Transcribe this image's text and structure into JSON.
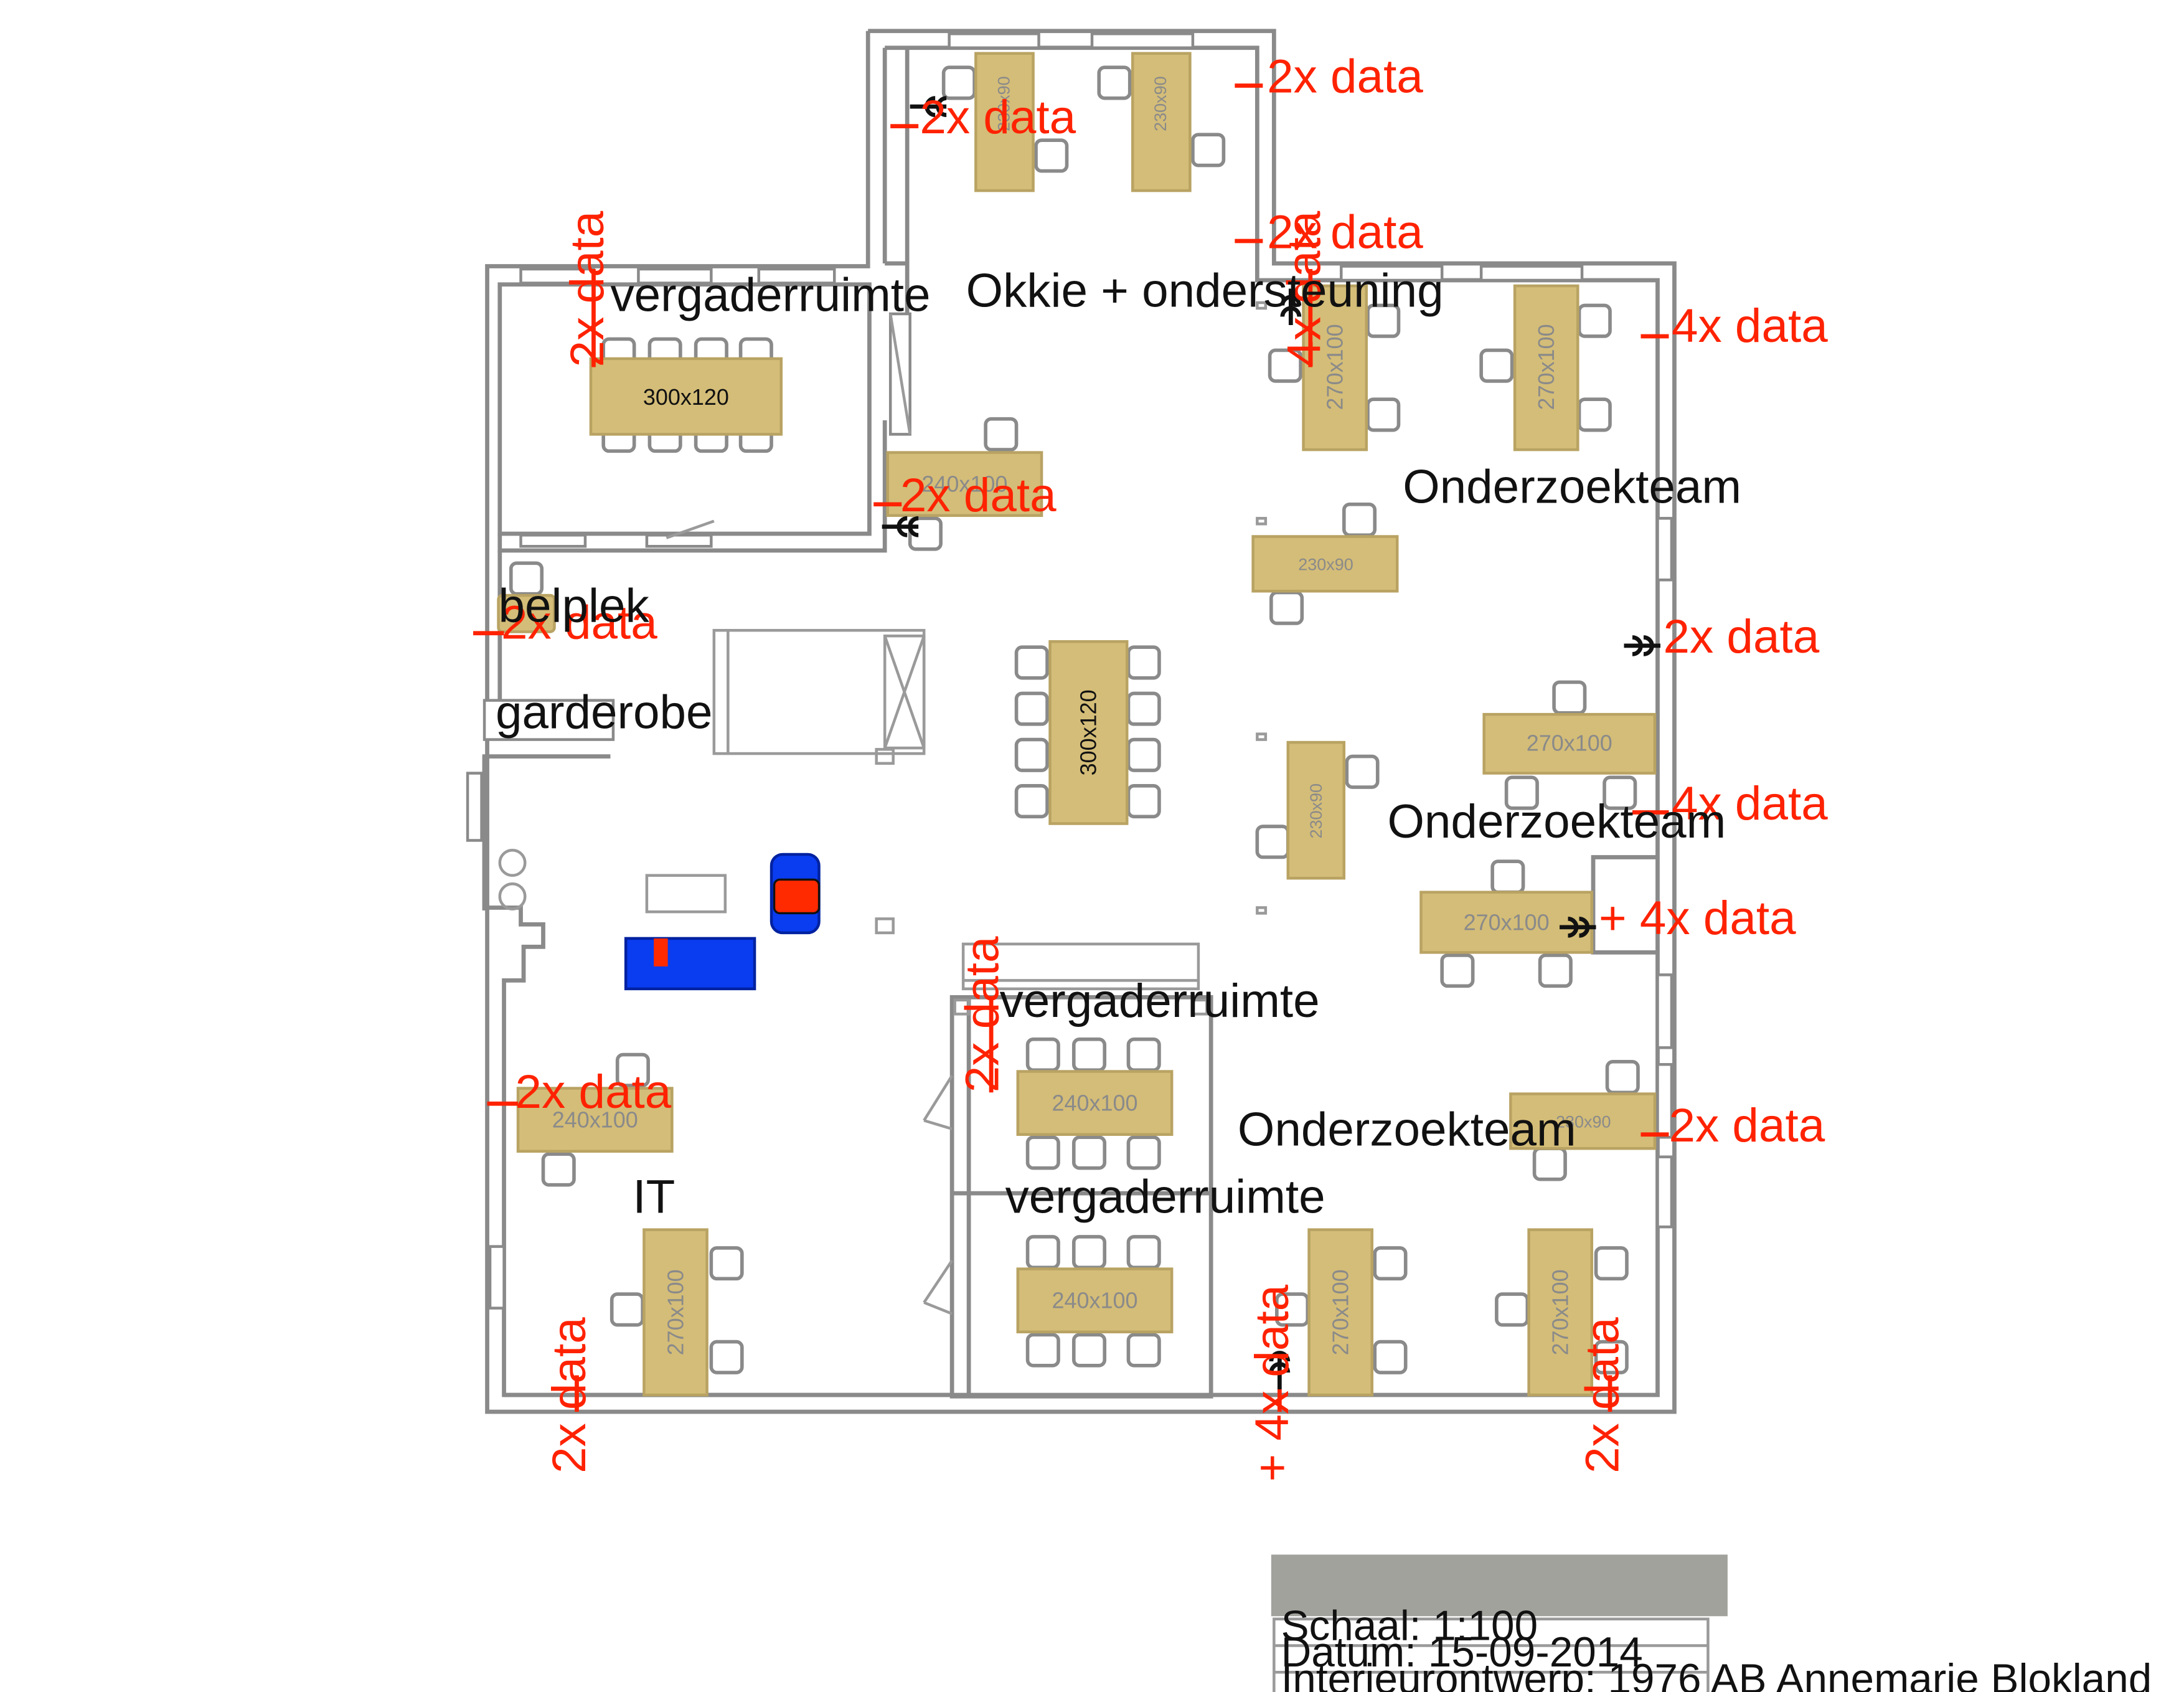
{
  "rooms": {
    "meeting_top_left": "vergaderruimte",
    "okkie": "Okkie + ondersteuning",
    "research_1": "Onderzoekteam",
    "research_2": "Onderzoekteam",
    "research_3": "Onderzoekteam",
    "phone_spot": "belplek",
    "wardrobe": "garderobe",
    "meeting_mid": "vergaderruimte",
    "meeting_low": "vergaderruimte",
    "it": "IT"
  },
  "tables": {
    "t230_a": "230x90",
    "t230_b": "230x90",
    "t300_meeting": "300x120",
    "t240_okkie": "240x100",
    "t270_a": "270x100",
    "t270_b": "270x100",
    "t230_c": "230x90",
    "t300_center": "300x120",
    "t270_c": "270x100",
    "t230_d": "230x90",
    "t270_d": "270x100",
    "t240_it": "240x100",
    "t240_meet1": "240x100",
    "t230_e": "230x90",
    "t240_meet2": "240x100",
    "t270_it": "270x100",
    "t270_e": "270x100",
    "t270_f": "270x100"
  },
  "data_points": {
    "d_top_right_1": "2x data",
    "d_top_left": "2x data",
    "d_top_right_2": "2x data",
    "d_meeting": "2x data",
    "d_research_v": "4x data",
    "d_right_1": "4x data",
    "d_okkie": "2x data",
    "d_belplek": "2x data",
    "d_right_2": "2x data",
    "d_right_3": "4x data",
    "d_right_4": "+ 4x data",
    "d_meet_mid": "2x data",
    "d_it": "2x data",
    "d_right_5": "2x data",
    "d_bottom_left": "2x data",
    "d_bottom_mid": "+ 4x data",
    "d_bottom_right": "2x data"
  },
  "title_block": {
    "scale": "Schaal: 1:100",
    "date": "Datum: 15-09-2014",
    "designer": "Interieurontwerp: 1976 AB Annemarie Blokland"
  },
  "colors": {
    "table": "#d4bd78",
    "data_marker": "#ff2200",
    "blue_object": "#0a3cf0",
    "red_object": "#ff2a00",
    "title_band": "#a2a29d"
  }
}
